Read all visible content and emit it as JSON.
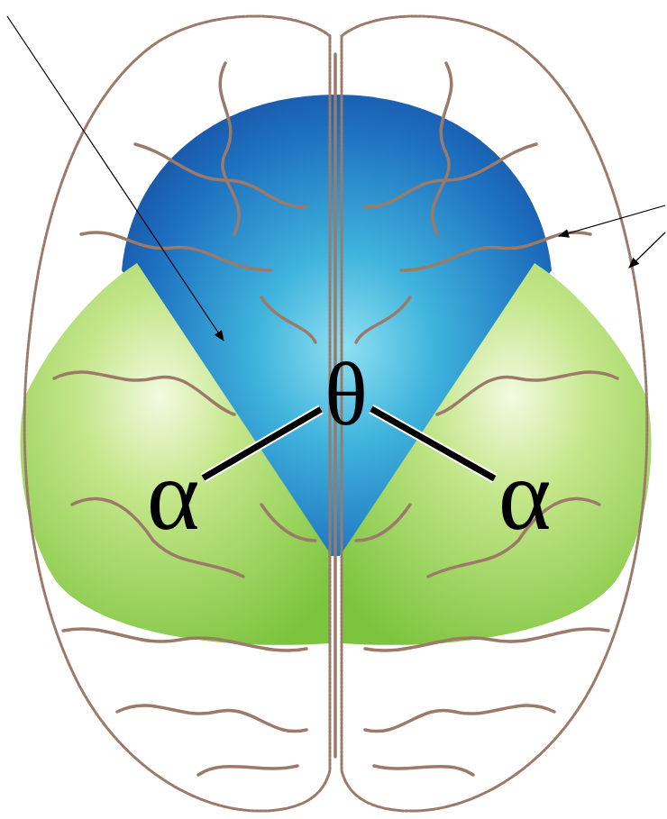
{
  "diagram": {
    "nodes": [
      {
        "text": [
          "θ"
        ]
      },
      {
        "text": [
          "α"
        ]
      },
      {
        "text": [
          "α"
        ]
      }
    ],
    "edges": [
      {
        "from": 0,
        "to": 1,
        "arrow": "none"
      },
      {
        "from": 0,
        "to": 2,
        "arrow": "none"
      }
    ]
  }
}
